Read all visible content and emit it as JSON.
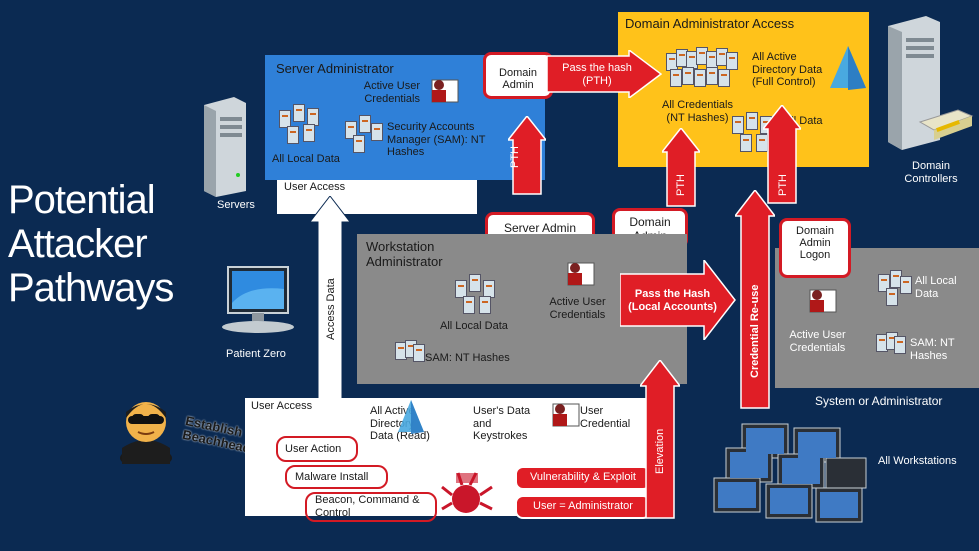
{
  "title": "Potential Attacker Pathways",
  "domain_admin_access": "Domain Administrator Access",
  "server_admin_panel": {
    "heading": "Server Administrator",
    "active_user_credentials": "Active User Credentials",
    "all_local_data": "All Local Data",
    "sam": "Security Accounts Manager (SAM): NT Hashes",
    "user_access": "User Access"
  },
  "servers_label": "Servers",
  "domain_admin_pill": "Domain Admin",
  "pass_the_hash": "Pass the hash (PTH)",
  "dc_panel": {
    "all_credentials": "All Credentials (NT Hashes)",
    "all_ad_data": "All Active Directory Data (Full Control)",
    "all_data": "All Data"
  },
  "domain_controllers": "Domain Controllers",
  "pth_label": "PTH",
  "server_admin_pill": "Server Admin",
  "domain_admin_label": "Domain Admin",
  "workstation_panel": {
    "heading": "Workstation Administrator",
    "active_user_credentials": "Active User Credentials",
    "all_local_data": "All Local Data",
    "sam": "SAM: NT Hashes"
  },
  "pass_the_hash_local": "Pass the Hash (Local Accounts)",
  "credential_reuse": "Credential Re-use",
  "domain_admin_logon": "Domain Admin Logon",
  "system_panel": {
    "all_local_data": "All Local Data",
    "active_user_credentials": "Active User Credentials",
    "sam": "SAM: NT Hashes",
    "label": "System or Administrator"
  },
  "all_workstations": "All Workstations",
  "access_data": "Access Data",
  "patient_zero": "Patient Zero",
  "establish_beachhead": "Establish Beachhead",
  "user_panel": {
    "user_access": "User Access",
    "user_action": "User Action",
    "malware_install": "Malware Install",
    "beacon": "Beacon, Command & Control",
    "ad_read": "All Active Directory Data (Read)",
    "users_data": "User's Data and Keystrokes",
    "user_credential": "User Credential",
    "vuln": "Vulnerability & Exploit",
    "user_admin": "User = Administrator"
  },
  "elevation": "Elevation",
  "colors": {
    "background": "#0b2a52",
    "domain_panel": "#ffc21a",
    "server_panel": "#2f80d8",
    "grey_panel": "#8a8a8a",
    "arrow_red": "#e01e26"
  }
}
